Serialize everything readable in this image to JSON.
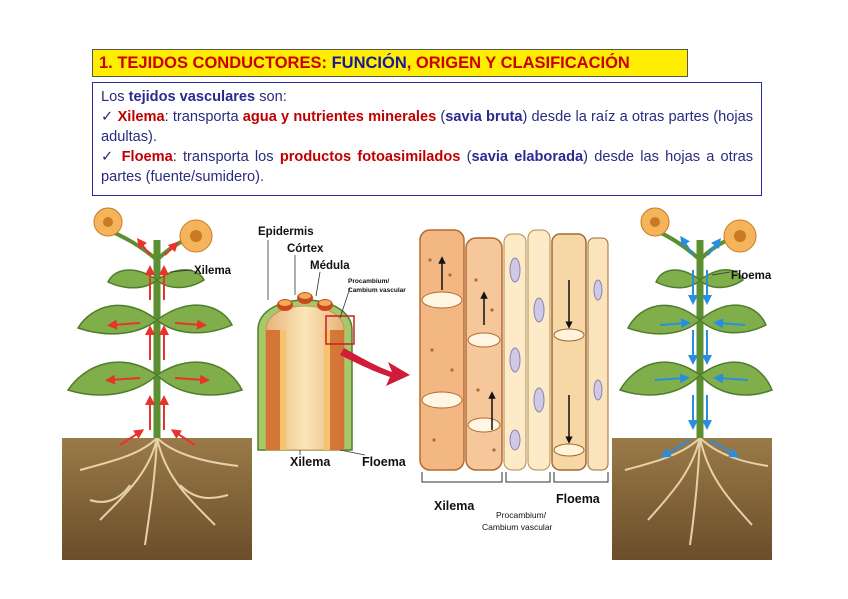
{
  "title": {
    "part1": "1. TEJIDOS CONDUCTORES: ",
    "part2": "FUNCIÓN",
    "part3": ", ORIGEN Y CLASIFICACIÓN"
  },
  "intro": {
    "pre": "Los ",
    "term": "tejidos vasculares",
    "post": " son:"
  },
  "xilema_item": {
    "check": "✓ ",
    "name": "Xilema",
    "t1": ": transporta ",
    "t2": "agua y nutrientes minerales",
    "t3": " (",
    "t4": "savia bruta",
    "t5": ") desde la raíz a otras partes (hojas adultas)."
  },
  "floema_item": {
    "check": "✓ ",
    "name": "Floema",
    "t1": ": transporta los ",
    "t2": "productos fotoasimilados",
    "t3": " (",
    "t4": "savia elaborada",
    "t5": ") desde las hojas a otras partes (fuente/sumidero)."
  },
  "labels": {
    "left_plant": "Xilema",
    "right_plant": "Floema",
    "epidermis": "Epidermis",
    "cortex": "Córtex",
    "medula": "Médula",
    "procambium_1": "Procambium/",
    "procambium_2": "Cambium vascular",
    "stem_xilema": "Xilema",
    "stem_floema": "Floema",
    "tissue_xilema": "Xilema",
    "tissue_floema": "Floema",
    "tissue_proc_1": "Procambium/",
    "tissue_proc_2": "Cambium vascular"
  },
  "colors": {
    "xylem_arrow": "#e8332a",
    "phloem_arrow": "#2a8ee0",
    "stem_green": "#6a9a3a",
    "soil": "#8a6a3e",
    "title_bg": "#ffee00"
  }
}
